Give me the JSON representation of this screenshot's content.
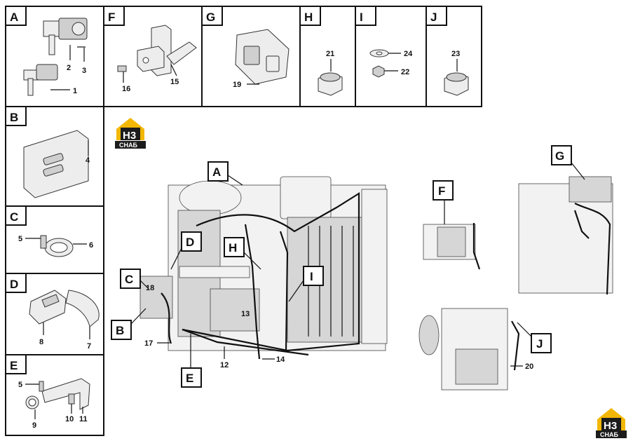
{
  "panels": {
    "A": {
      "label": "A",
      "callouts": [
        "2",
        "3",
        "1"
      ]
    },
    "B": {
      "label": "B",
      "callouts": [
        "4"
      ]
    },
    "C": {
      "label": "C",
      "callouts": [
        "5",
        "6"
      ]
    },
    "D": {
      "label": "D",
      "callouts": [
        "8",
        "7"
      ]
    },
    "E": {
      "label": "E",
      "callouts": [
        "5",
        "9",
        "10",
        "11"
      ]
    },
    "F": {
      "label": "F",
      "callouts": [
        "16",
        "15"
      ]
    },
    "G": {
      "label": "G",
      "callouts": [
        "19"
      ]
    },
    "H": {
      "label": "H",
      "callouts": [
        "21"
      ]
    },
    "I": {
      "label": "I",
      "callouts": [
        "24",
        "22"
      ]
    },
    "J": {
      "label": "J",
      "callouts": [
        "23"
      ]
    }
  },
  "main_labels": [
    "A",
    "D",
    "H",
    "C",
    "B",
    "E",
    "I",
    "F",
    "G",
    "J"
  ],
  "main_callouts": [
    "18",
    "13",
    "17",
    "12",
    "14",
    "20"
  ],
  "logo": {
    "top": "H3",
    "bottom": "СНАБ"
  },
  "colors": {
    "logo_yellow": "#f2b705",
    "logo_dark": "#1c1c1c",
    "ink": "#111111"
  }
}
